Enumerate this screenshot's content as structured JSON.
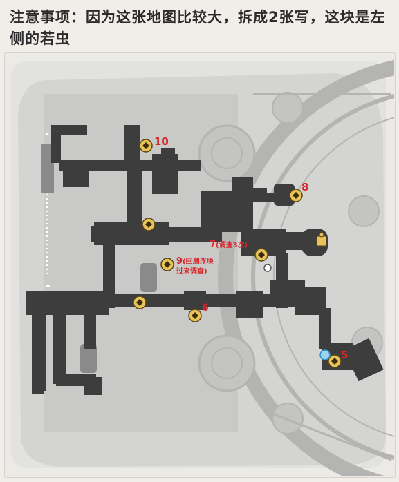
{
  "notice_text": "注意事项：因为这张地图比较大，拆成2张写，这块是左侧的若虫",
  "markers": {
    "m10": {
      "label": "10"
    },
    "m8": {
      "label": "8"
    },
    "m7": {
      "label": "7",
      "note": "(调查3次)"
    },
    "m9": {
      "label": "9",
      "note_line1": "(回溯浮块",
      "note_line2": "过来调查)"
    },
    "m6": {
      "label": "6"
    },
    "m5": {
      "label": "5"
    }
  },
  "colors": {
    "marker_label": "#d8262a",
    "marker_fill": "#e8c35a",
    "rooms": "#3d3d3d",
    "floor": "#cfcfcf"
  }
}
